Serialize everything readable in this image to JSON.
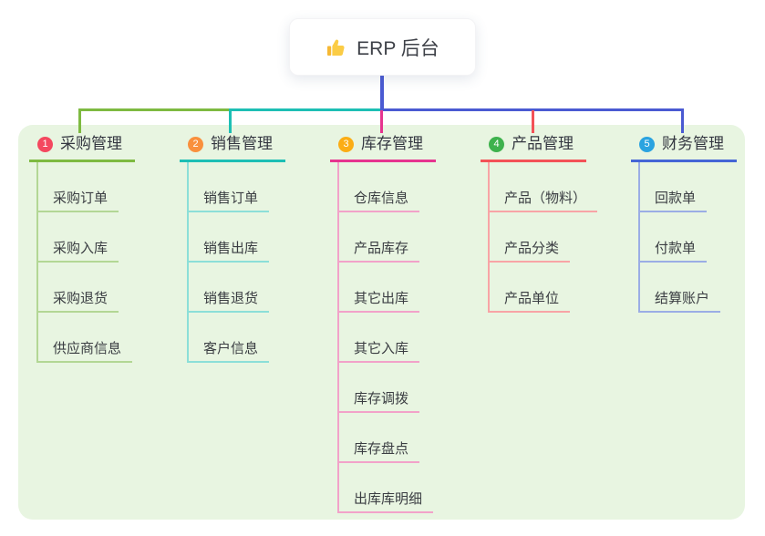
{
  "root": {
    "label": "ERP 后台",
    "icon": "thumbs-up-icon"
  },
  "colors": {
    "connector_blue": "#4a5ad2",
    "panel_background": "#e8f5e1",
    "header_text": "#343741",
    "item_text": "#3a3d42"
  },
  "branches": [
    {
      "num": "1",
      "label": "采购管理",
      "badge_color": "#f4485f",
      "main_color": "#7eba41",
      "sub_color": "#b3d795",
      "items": [
        "采购订单",
        "采购入库",
        "采购退货",
        "供应商信息"
      ]
    },
    {
      "num": "2",
      "label": "销售管理",
      "badge_color": "#f9903d",
      "main_color": "#1dbfb4",
      "sub_color": "#8cdfd8",
      "items": [
        "销售订单",
        "销售出库",
        "销售退货",
        "客户信息"
      ]
    },
    {
      "num": "3",
      "label": "库存管理",
      "badge_color": "#fbad15",
      "main_color": "#e6348f",
      "sub_color": "#f2a2c9",
      "items": [
        "仓库信息",
        "产品库存",
        "其它出库",
        "其它入库",
        "库存调拨",
        "库存盘点",
        "出库库明细"
      ]
    },
    {
      "num": "4",
      "label": "产品管理",
      "badge_color": "#3eb24d",
      "main_color": "#f35257",
      "sub_color": "#f8a4a6",
      "items": [
        "产品（物料）",
        "产品分类",
        "产品单位"
      ]
    },
    {
      "num": "5",
      "label": "财务管理",
      "badge_color": "#2aa3e0",
      "main_color": "#4566d6",
      "sub_color": "#9bade5",
      "items": [
        "回款单",
        "付款单",
        "结算账户"
      ]
    }
  ]
}
